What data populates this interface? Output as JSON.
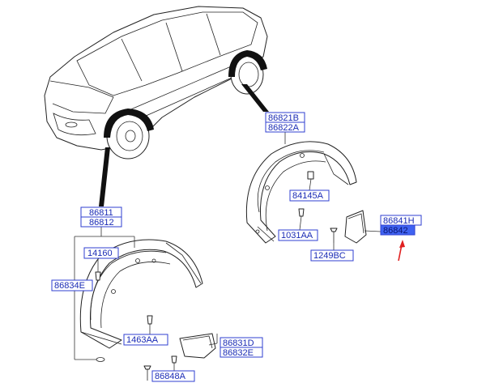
{
  "parts": {
    "p86821B": "86821B",
    "p86822A": "86822A",
    "p84145A": "84145A",
    "p1031AA": "1031AA",
    "p86841H": "86841H",
    "p86842": "86842",
    "p1249BC": "1249BC",
    "p86811": "86811",
    "p86812": "86812",
    "p14160": "14160",
    "p86834E": "86834E",
    "p1463AA": "1463AA",
    "p86831D": "86831D",
    "p86832E": "86832E",
    "p86848A": "86848A"
  },
  "colors": {
    "label_border": "#2f3fd0",
    "label_text": "#1a2bb5",
    "highlight": "#3f63f2",
    "arrow": "#e02020"
  }
}
